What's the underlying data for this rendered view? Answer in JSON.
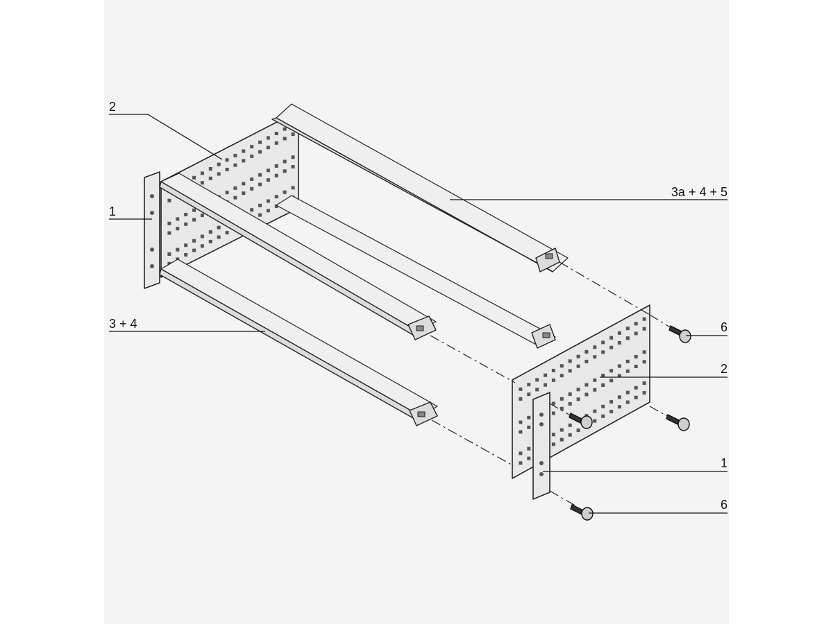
{
  "diagram": {
    "labels": {
      "top_left_side_panel": "2",
      "left_front_flange": "1",
      "rear_top_rail": "3a + 4 + 5",
      "front_bottom_rail": "3 + 4",
      "screw_upper": "6",
      "right_side_panel": "2",
      "right_front_flange": "1",
      "screw_lower": "6"
    }
  }
}
